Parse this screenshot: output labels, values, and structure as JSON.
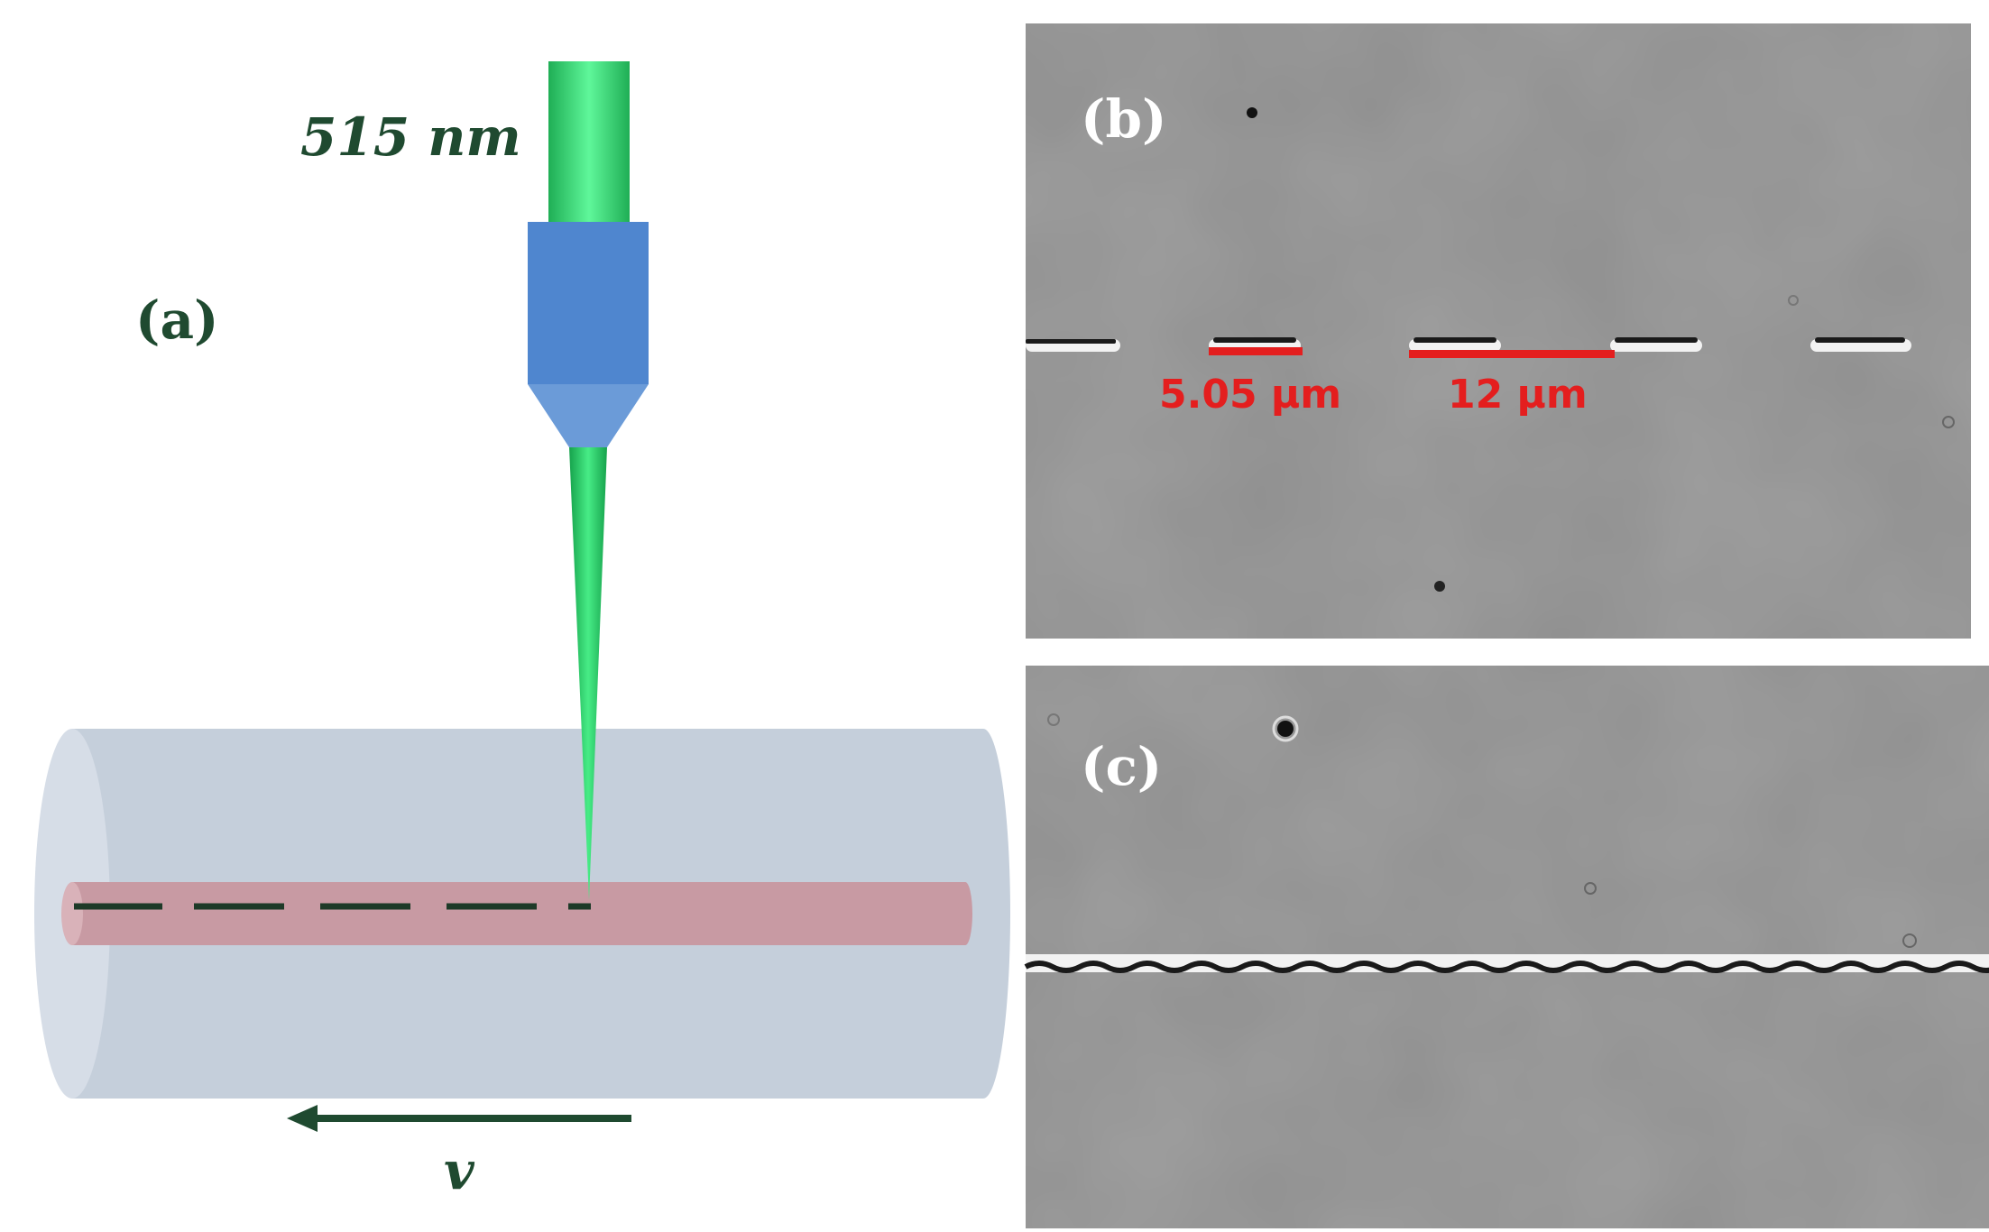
{
  "panel_a": {
    "label": "(a)",
    "wavelength_label": "515 nm",
    "velocity_label": "v",
    "colors": {
      "text": "#1f4a30",
      "beam": "#22c062",
      "beam_light": "#5ff79a",
      "objective": "#4f86cf",
      "objective_tip": "#6b9bd8",
      "fiber_cladding": "#c3cdd9",
      "fiber_core": "#c99aa3",
      "dash": "#1e3a28",
      "arrow": "#1f4a30"
    }
  },
  "panel_b": {
    "label": "(b)",
    "length_label": "5.05 μm",
    "spacing_label": "12 μm",
    "annotation_color": "#e41e1e"
  },
  "panel_c": {
    "label": "(c)"
  }
}
